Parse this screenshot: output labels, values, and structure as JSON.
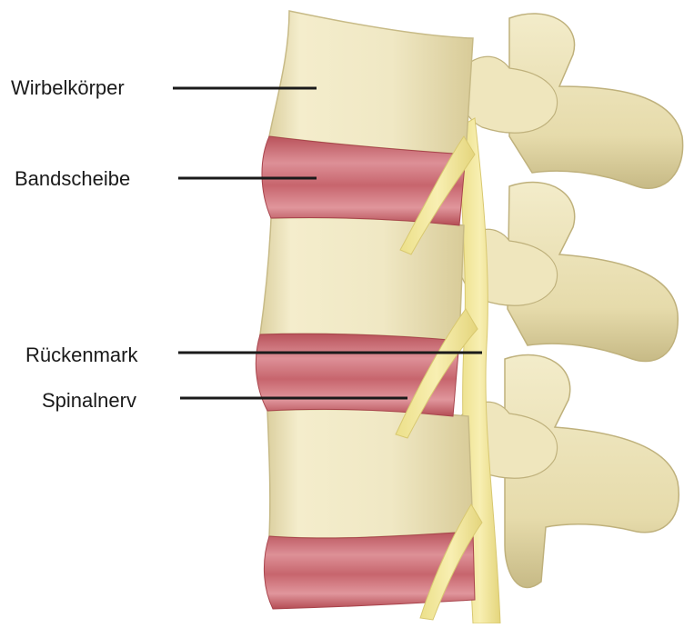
{
  "labels": {
    "vertebral_body": "Wirbelkörper",
    "disc": "Bandscheibe",
    "spinal_cord": "Rückenmark",
    "spinal_nerve": "Spinalnerv"
  },
  "colors": {
    "bone": "#f1e9c6",
    "bone_shadow": "#cbbf8e",
    "disc": "#c25a62",
    "disc_light": "#e29aa0",
    "nerve": "#f3e79a",
    "leader_line": "#1a1a1a"
  }
}
